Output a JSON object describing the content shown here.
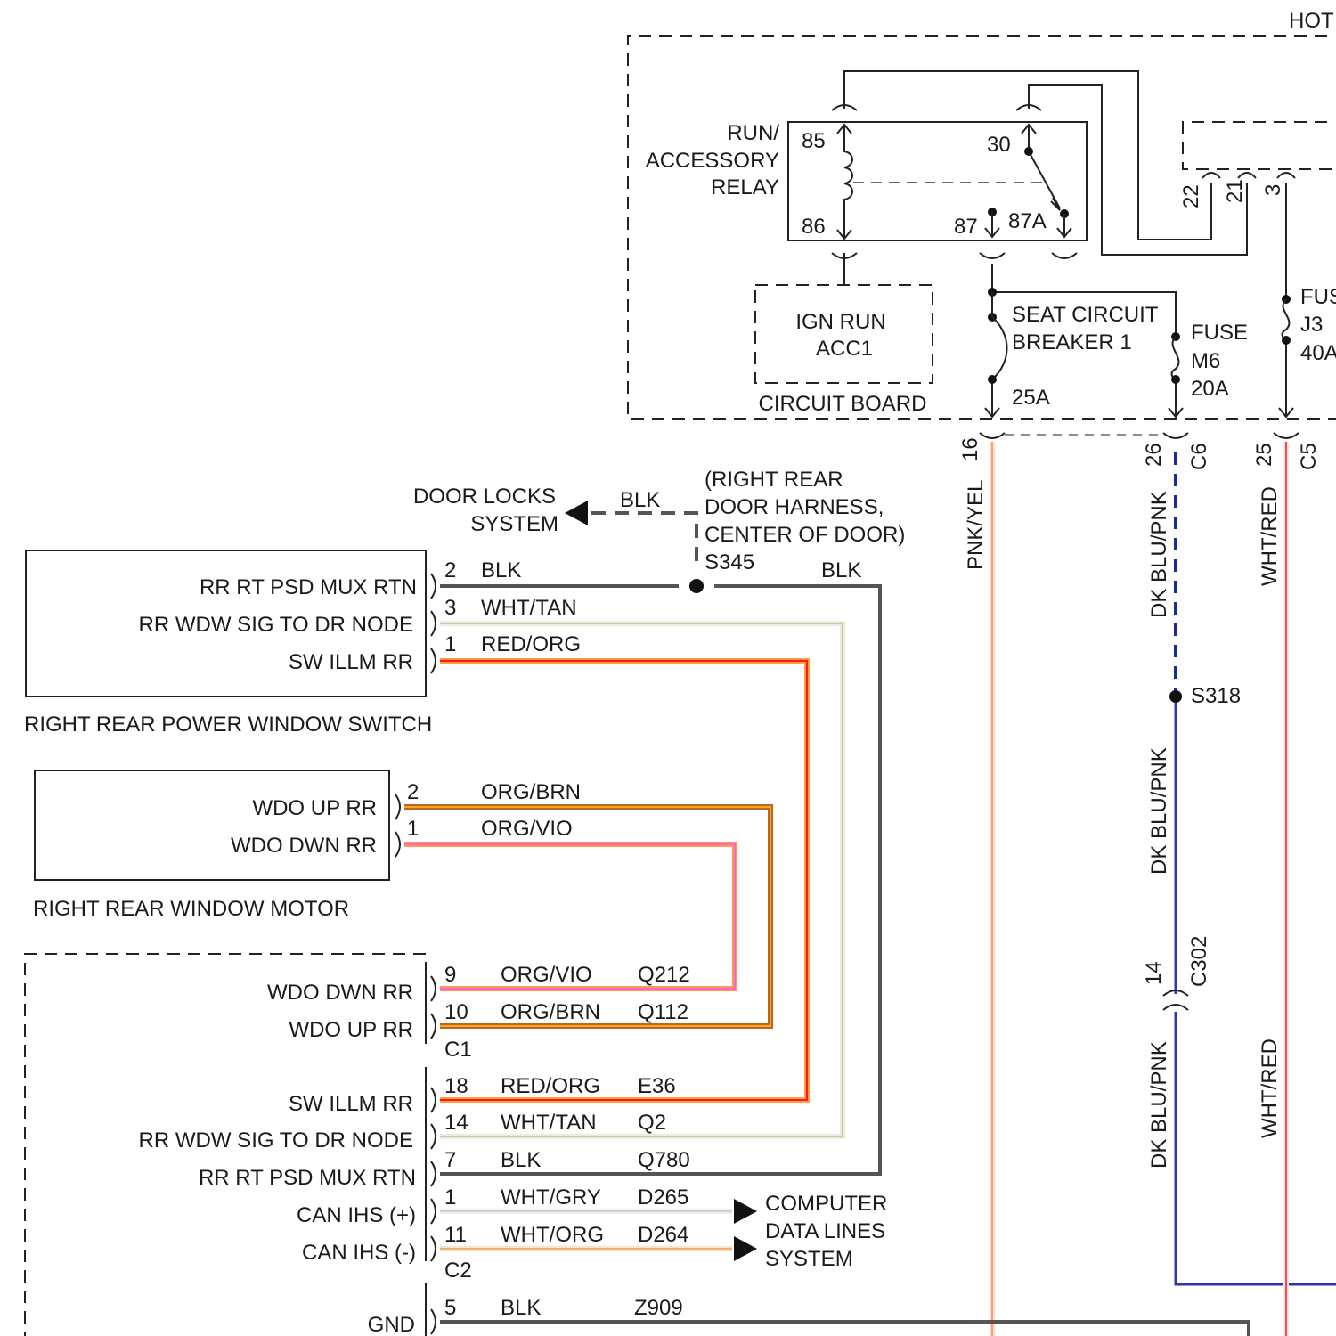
{
  "labels": {
    "hot": "HOT",
    "relay_name": [
      "RUN/",
      "ACCESSORY",
      "RELAY"
    ],
    "relay_pin_85": "85",
    "relay_pin_86": "86",
    "relay_pin_30": "30",
    "relay_pin_87": "87",
    "relay_pin_87a": "87A",
    "ign_run": [
      "IGN RUN",
      "ACC1"
    ],
    "circuit_board": "CIRCUIT BOARD",
    "seat_breaker": [
      "SEAT CIRCUIT",
      "BREAKER 1"
    ],
    "seat_breaker_amps": "25A",
    "fuse_m6": [
      "FUSE",
      "M6",
      "20A"
    ],
    "fuse_j3": [
      "FUS",
      "J3",
      "40A"
    ],
    "pin_22": "22",
    "pin_21": "21",
    "pin_3": "3",
    "door_locks": [
      "DOOR LOCKS",
      "SYSTEM"
    ],
    "blk_top": "BLK",
    "splice_note": [
      "(RIGHT REAR",
      "DOOR HARNESS,",
      "CENTER OF DOOR)",
      "S345"
    ],
    "blk_right": "BLK",
    "pin_16": "16",
    "pnk_yel": "PNK/YEL",
    "pin_26": "26",
    "c6": "C6",
    "dk_blu_pnk_1": "DK BLU/PNK",
    "pin_25": "25",
    "c5": "C5",
    "wht_red_1": "WHT/RED",
    "s318": "S318",
    "dk_blu_pnk_2": "DK BLU/PNK",
    "pin_14": "14",
    "c302": "C302",
    "dk_blu_pnk_3": "DK BLU/PNK",
    "wht_red_2": "WHT/RED",
    "computer_data": [
      "COMPUTER",
      "DATA LINES",
      "SYSTEM"
    ],
    "gnd": "GND"
  },
  "switch": {
    "title": "RIGHT REAR POWER WINDOW SWITCH",
    "pins": [
      {
        "label": "RR RT PSD MUX RTN",
        "pin": "2",
        "color": "BLK"
      },
      {
        "label": "RR WDW SIG TO DR NODE",
        "pin": "3",
        "color": "WHT/TAN"
      },
      {
        "label": "SW ILLM RR",
        "pin": "1",
        "color": "RED/ORG"
      }
    ]
  },
  "motor": {
    "title": "RIGHT REAR WINDOW MOTOR",
    "pins": [
      {
        "label": "WDO UP RR",
        "pin": "2",
        "color": "ORG/BRN"
      },
      {
        "label": "WDO DWN RR",
        "pin": "1",
        "color": "ORG/VIO"
      }
    ]
  },
  "module": {
    "c1": "C1",
    "c2": "C2",
    "pins": [
      {
        "label": "WDO DWN RR",
        "pin": "9",
        "color": "ORG/VIO",
        "circuit": "Q212"
      },
      {
        "label": "WDO UP RR",
        "pin": "10",
        "color": "ORG/BRN",
        "circuit": "Q112"
      },
      {
        "label": "SW ILLM RR",
        "pin": "18",
        "color": "RED/ORG",
        "circuit": "E36"
      },
      {
        "label": "RR WDW SIG TO DR NODE",
        "pin": "14",
        "color": "WHT/TAN",
        "circuit": "Q2"
      },
      {
        "label": "RR RT PSD MUX RTN",
        "pin": "7",
        "color": "BLK",
        "circuit": "Q780"
      },
      {
        "label": "CAN IHS (+)",
        "pin": "1",
        "color": "WHT/GRY",
        "circuit": "D265"
      },
      {
        "label": "CAN IHS (-)",
        "pin": "11",
        "color": "WHT/ORG",
        "circuit": "D264"
      },
      {
        "label": "",
        "pin": "5",
        "color": "BLK",
        "circuit": "Z909"
      }
    ]
  },
  "wire_colors": {
    "BLK": "#555555",
    "WHT/TAN": "#d9d3b8",
    "RED/ORG": "#ff7a1a",
    "ORG/BRN": "#a0522d",
    "ORG/VIO": "#ff4fd8",
    "PNK/YEL": "#ffb0b0",
    "DK BLU/PNK": "#1a2a9a",
    "WHT/RED": "#ff3333",
    "WHT/GRY": "#c8c8c8",
    "WHT/ORG": "#f0b070"
  }
}
